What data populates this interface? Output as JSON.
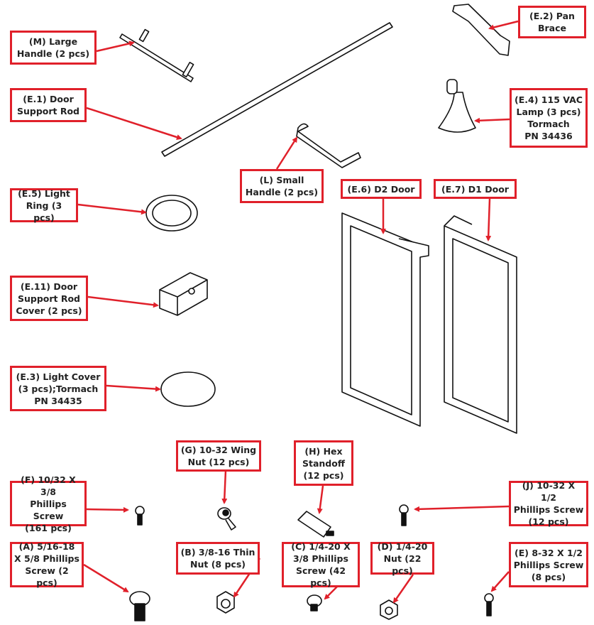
{
  "colors": {
    "label_border": "#e0202a",
    "arrow": "#e0202a",
    "line_art": "#111111"
  },
  "labels": {
    "M": "(M) Large\nHandle (2 pcs)",
    "E1": "(E.1) Door\nSupport Rod",
    "E2": "(E.2) Pan\nBrace",
    "E4": "(E.4) 115 VAC\nLamp (3 pcs)\nTormach\nPN 34436",
    "L": "(L) Small\nHandle (2 pcs)",
    "E6": "(E.6) D2 Door",
    "E7": "(E.7) D1 Door",
    "E5": "(E.5) Light\nRing (3 pcs)",
    "E11": "(E.11) Door\nSupport Rod\nCover (2 pcs)",
    "E3": "(E.3) Light Cover\n(3 pcs);Tormach\nPN 34435",
    "G": "(G) 10-32 Wing\nNut (12 pcs)",
    "H": "(H) Hex\nStandoff\n(12 pcs)",
    "F": "(F) 10/32 X 3/8\nPhillips Screw\n(161 pcs)",
    "J": "(J) 10-32 X 1/2\nPhillips Screw\n(12 pcs)",
    "A": "(A) 5/16-18\nX 5/8 Phillips\nScrew (2 pcs)",
    "B": "(B) 3/8-16 Thin\nNut (8 pcs)",
    "C": "(C) 1/4-20 X\n3/8 Phillips\nScrew (42 pcs)",
    "D": "(D) 1/4-20\nNut (22 pcs)",
    "E": "(E) 8-32 X 1/2\nPhillips Screw\n(8 pcs)"
  }
}
